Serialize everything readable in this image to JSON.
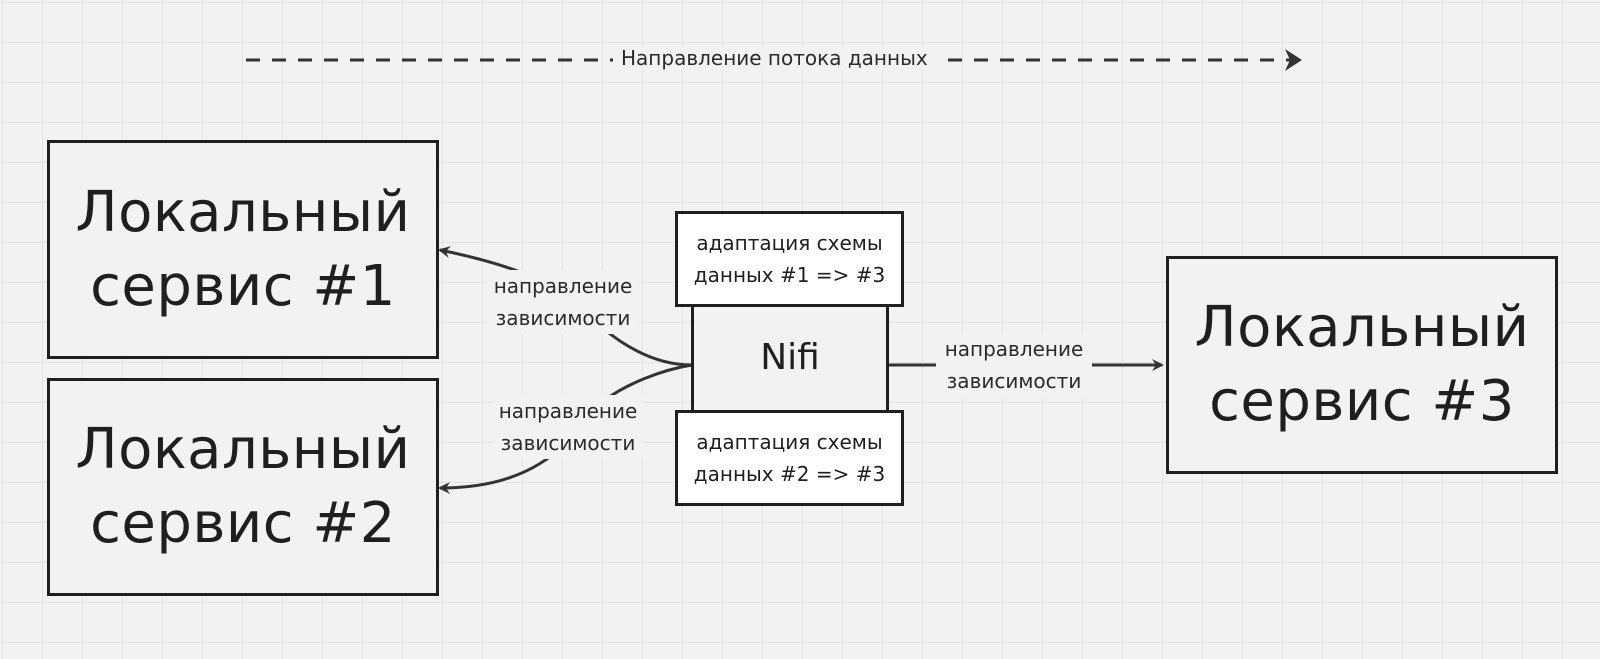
{
  "flow": {
    "label": "Направление потока данных"
  },
  "boxes": {
    "service1": "Локальный\nсервис #1",
    "service2": "Локальный\nсервис #2",
    "service3": "Локальный\nсервис #3",
    "nifi": "Nifi",
    "adapt1": "адаптация схемы\nданных #1 => #3",
    "adapt2": "адаптация схемы\nданных #2 => #3"
  },
  "labels": {
    "dep_to_service1": "направление\nзависимости",
    "dep_to_service2": "направление\nзависимости",
    "dep_to_service3": "направление\nзависимости"
  },
  "colors": {
    "background": "#f2f2f2",
    "grid": "#e3e3e3",
    "stroke": "#1f1f1f",
    "adapt_fill": "#ffffff"
  }
}
